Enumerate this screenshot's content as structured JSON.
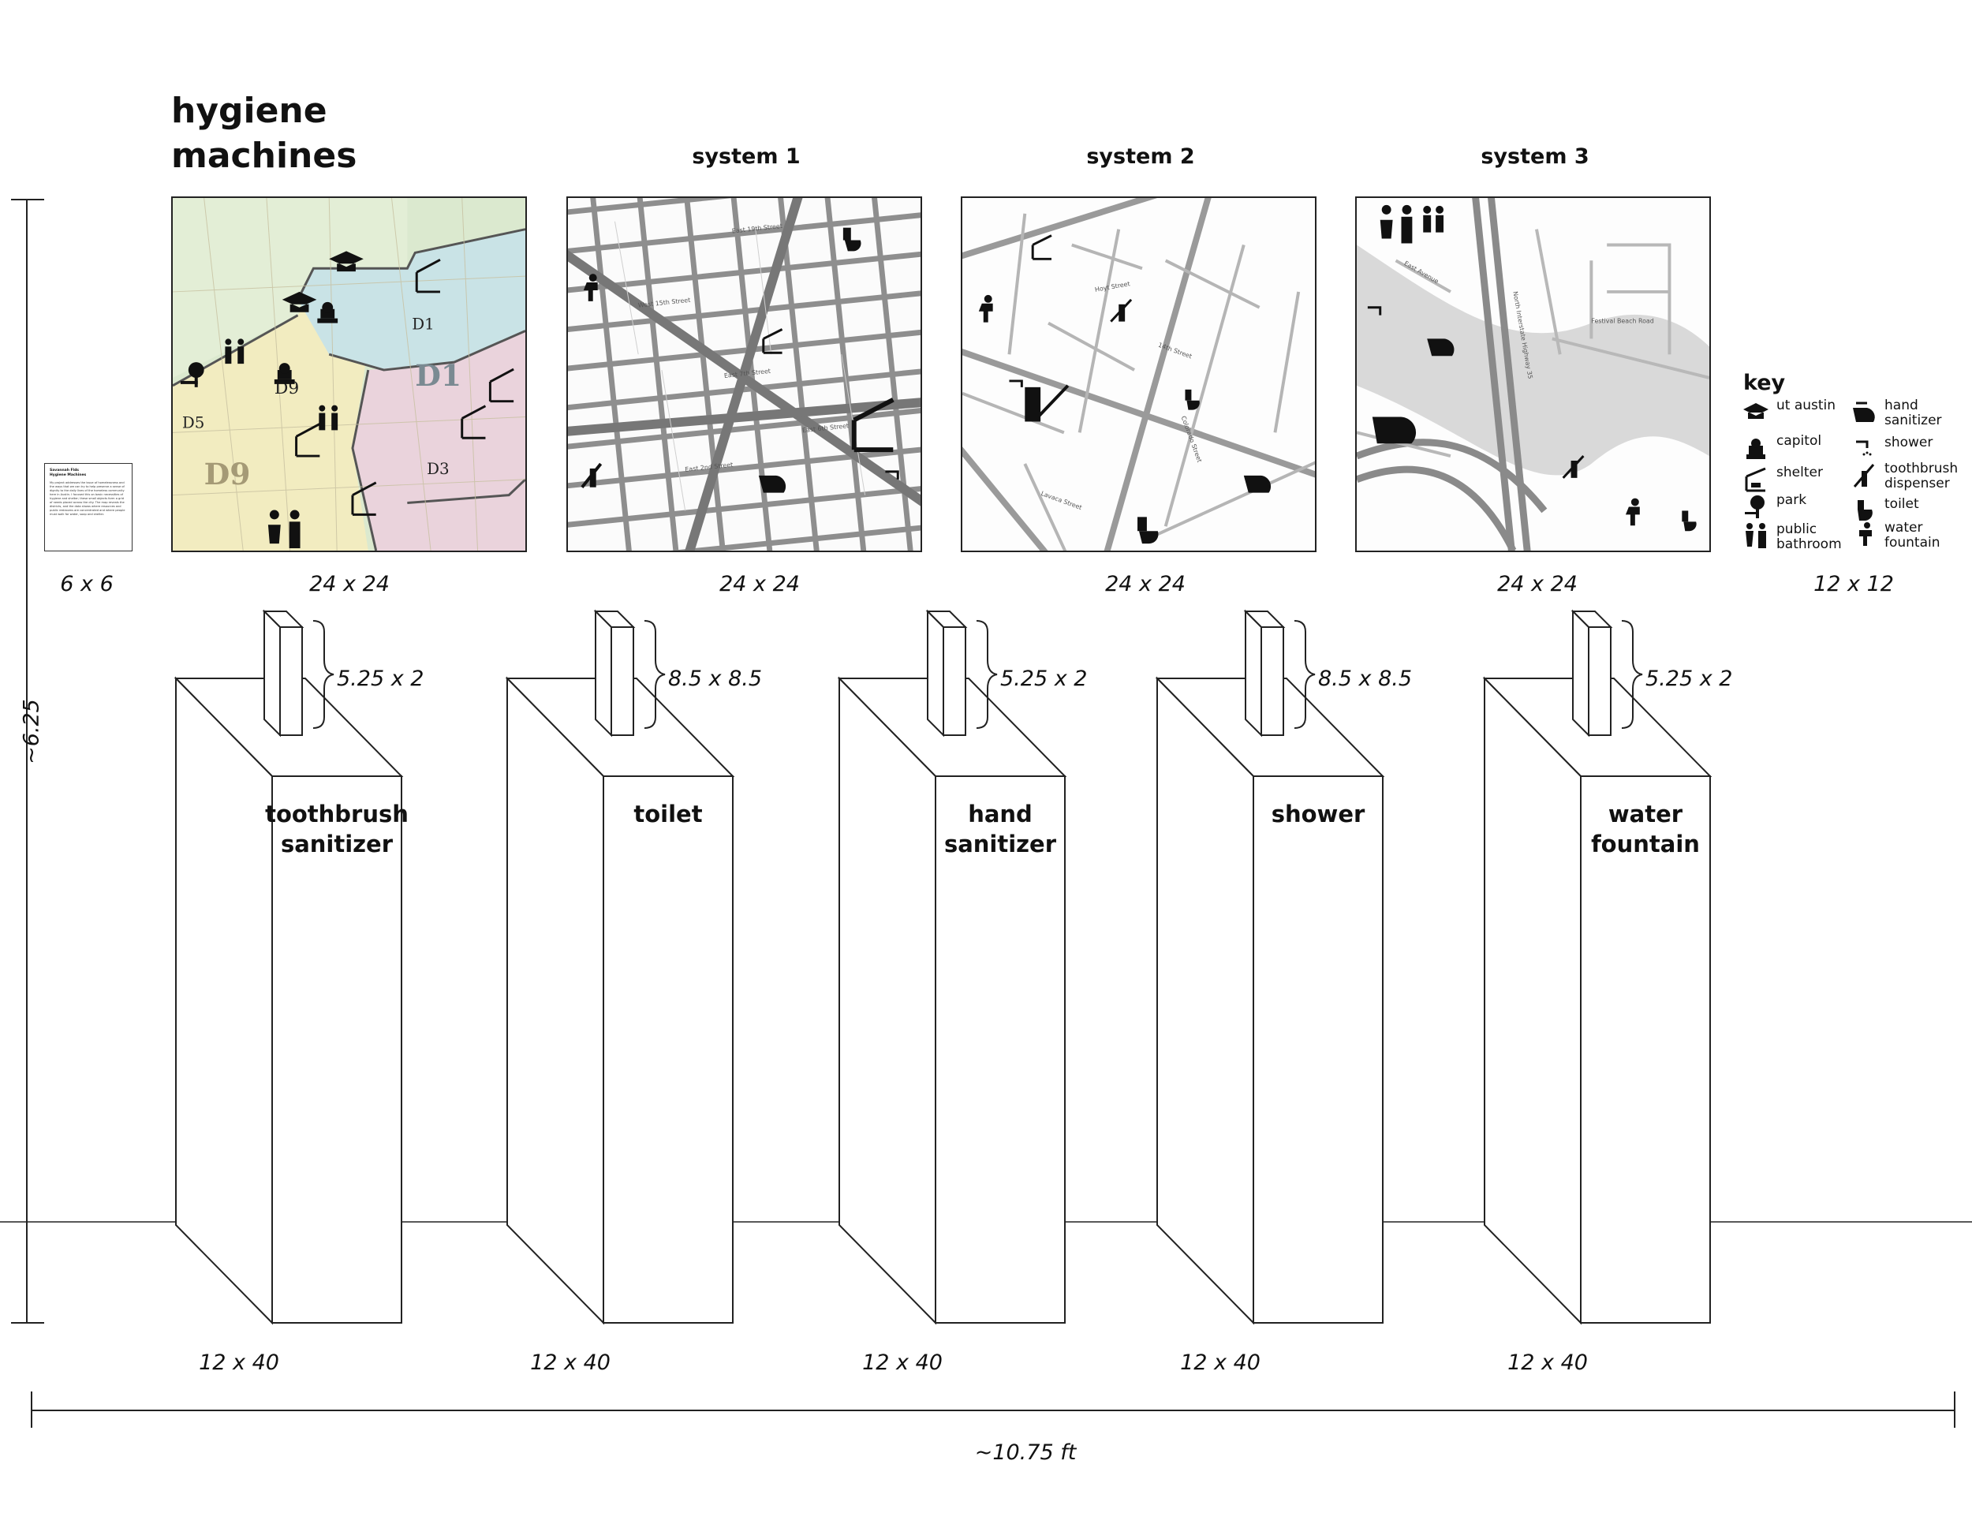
{
  "title": {
    "line1": "hygiene",
    "line2": "machines"
  },
  "systems": [
    {
      "label": "system 1"
    },
    {
      "label": "system 2"
    },
    {
      "label": "system 3"
    }
  ],
  "top_dims": {
    "paper": "6 x 6",
    "map0": "24 x 24",
    "map1": "24 x 24",
    "map2": "24 x 24",
    "map3": "24 x 24",
    "key": "12 x 12"
  },
  "district_labels": [
    "D1",
    "D1",
    "D9",
    "D9",
    "D5",
    "D3"
  ],
  "key": {
    "title": "key",
    "items": [
      {
        "icon": "graduation-cap-icon",
        "label": "ut austin"
      },
      {
        "icon": "capitol-icon",
        "label": "capitol"
      },
      {
        "icon": "shelter-icon",
        "label": "shelter"
      },
      {
        "icon": "park-icon",
        "label": "park"
      },
      {
        "icon": "restroom-icon",
        "label": "public bathroom"
      },
      {
        "icon": "hand-sanitizer-icon",
        "label": "hand sanitizer"
      },
      {
        "icon": "shower-icon",
        "label": "shower"
      },
      {
        "icon": "toothbrush-icon",
        "label": "toothbrush dispenser"
      },
      {
        "icon": "toilet-icon",
        "label": "toilet"
      },
      {
        "icon": "water-fountain-icon",
        "label": "water fountain"
      }
    ]
  },
  "plinths": [
    {
      "label_line1": "toothbrush",
      "label_line2": "sanitizer",
      "box_dim": "5.25 x 2",
      "base_dim": "12 x 40"
    },
    {
      "label_line1": "toilet",
      "label_line2": "",
      "box_dim": "8.5 x 8.5",
      "base_dim": "12 x 40"
    },
    {
      "label_line1": "hand",
      "label_line2": "sanitizer",
      "box_dim": "5.25 x 2",
      "base_dim": "12 x 40"
    },
    {
      "label_line1": "shower",
      "label_line2": "",
      "box_dim": "8.5 x 8.5",
      "base_dim": "12 x 40"
    },
    {
      "label_line1": "water",
      "label_line2": "fountain",
      "box_dim": "5.25 x 2",
      "base_dim": "12 x 40"
    }
  ],
  "height_dim": "~6.25",
  "width_dim": "~10.75 ft",
  "colors": {
    "district_yellow": "#f2ecc0",
    "district_blue": "#c9e3e6",
    "district_pink": "#ead3dc",
    "district_green": "#dbe9cf",
    "river_gray": "#d9d9d9",
    "street_gray": "#9a9a9a",
    "line": "#222222"
  }
}
